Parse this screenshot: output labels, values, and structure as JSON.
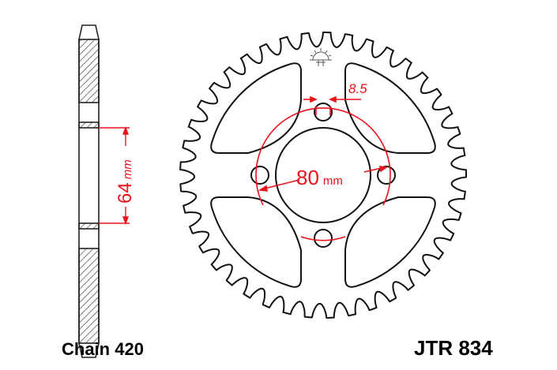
{
  "side_view": {
    "dimension_value": "64",
    "dimension_unit": "mm",
    "caption": "Chain 420"
  },
  "front_view": {
    "bolt_circle_value": "80",
    "bolt_circle_unit": "mm",
    "bolt_hole_diameter": "8.5",
    "teeth_count": 41,
    "logo": "jt-sun-logo"
  },
  "part_number": "JTR 834",
  "colors": {
    "outline": "#000000",
    "dimension": "#e8141c"
  }
}
